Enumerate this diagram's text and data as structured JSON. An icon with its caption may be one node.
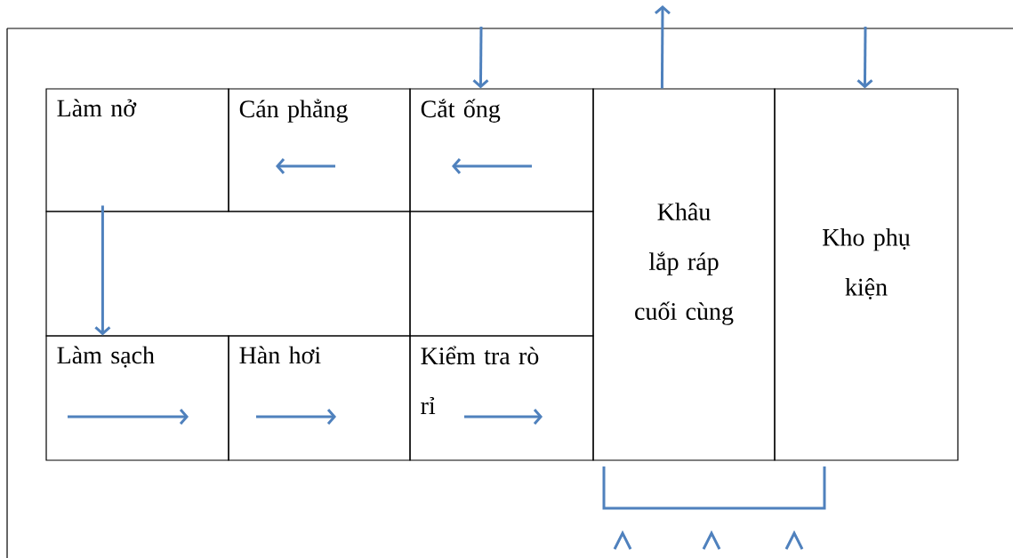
{
  "diagram": {
    "nodes": [
      {
        "text": [
          "Làm nở"
        ]
      },
      {
        "text": [
          "Cán phẳng"
        ]
      },
      {
        "text": [
          "Cắt ống"
        ]
      },
      {
        "text": [
          "Khâu lắp ráp cuối cùng"
        ]
      },
      {
        "text": [
          "Kho phụ kiện"
        ]
      },
      {
        "text": [],
        "shape": "box"
      },
      {
        "text": [],
        "shape": "box"
      },
      {
        "text": [
          "Làm sạch"
        ]
      },
      {
        "text": [
          "Hàn hơi"
        ]
      },
      {
        "text": [
          "Kiểm tra rò rỉ"
        ]
      }
    ],
    "edges": [
      {
        "from": null,
        "to": 2,
        "arrow": "to"
      },
      {
        "from": 3,
        "to": null,
        "arrow": "to"
      },
      {
        "from": null,
        "to": 4,
        "arrow": "to"
      },
      {
        "from": 5,
        "to": 7,
        "arrow": "to"
      }
    ]
  }
}
